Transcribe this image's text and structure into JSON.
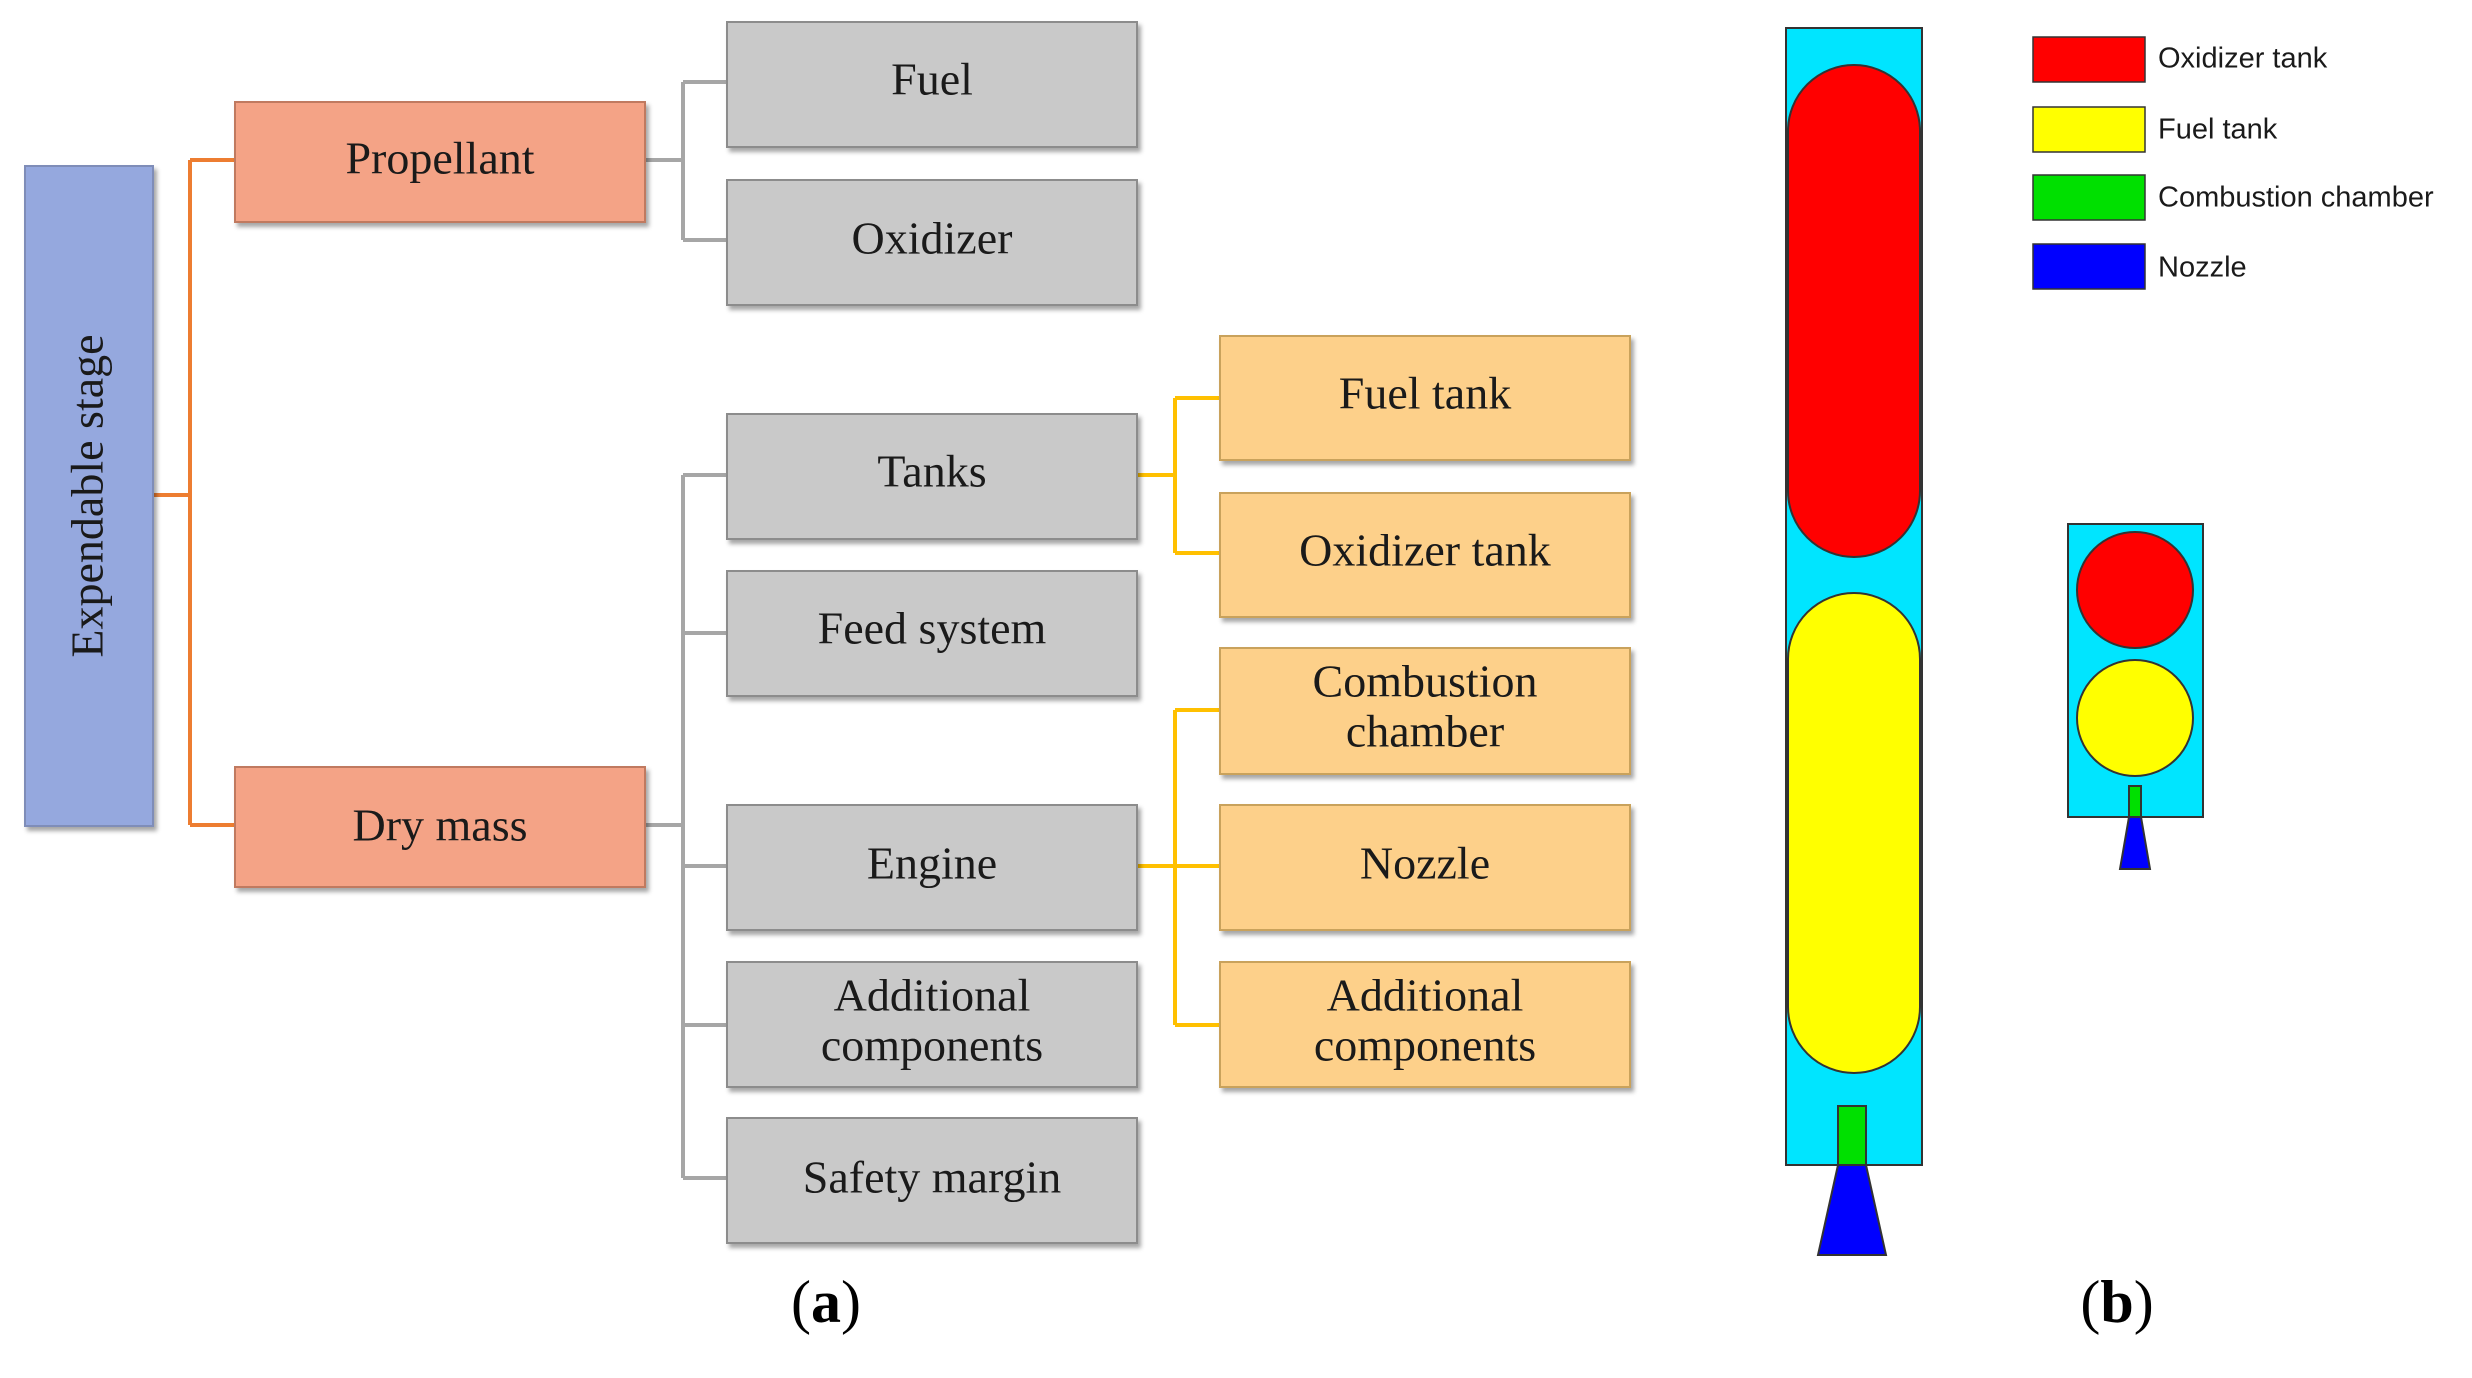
{
  "diagram": {
    "root": {
      "label": "Expendable stage",
      "color": "#95A8DE"
    },
    "level1_color": "#F4A386",
    "level2_color": "#C9C9C9",
    "level3_color": "#FDD08A",
    "connector_colors": {
      "root": "#ED7D31",
      "gray": "#A6A6A6",
      "amber": "#FFC000"
    },
    "propellant": {
      "label": "Propellant",
      "children": [
        "Fuel",
        "Oxidizer"
      ]
    },
    "dry_mass": {
      "label": "Dry mass",
      "children": [
        "Tanks",
        "Feed system",
        "Engine",
        "Additional components",
        "Safety margin"
      ],
      "tanks_children": [
        "Fuel tank",
        "Oxidizer tank"
      ],
      "engine_children": [
        "Combustion chamber",
        "Nozzle",
        "Additional components"
      ]
    }
  },
  "rocket_schematic": {
    "legend": [
      {
        "label": "Oxidizer tank",
        "color": "#FF0000"
      },
      {
        "label": "Fuel tank",
        "color": "#FFFF00"
      },
      {
        "label": "Combustion chamber",
        "color": "#00E000"
      },
      {
        "label": "Nozzle",
        "color": "#0000FF"
      }
    ],
    "body_color": "#00E5FF"
  },
  "captions": {
    "a": "a",
    "b": "b"
  }
}
